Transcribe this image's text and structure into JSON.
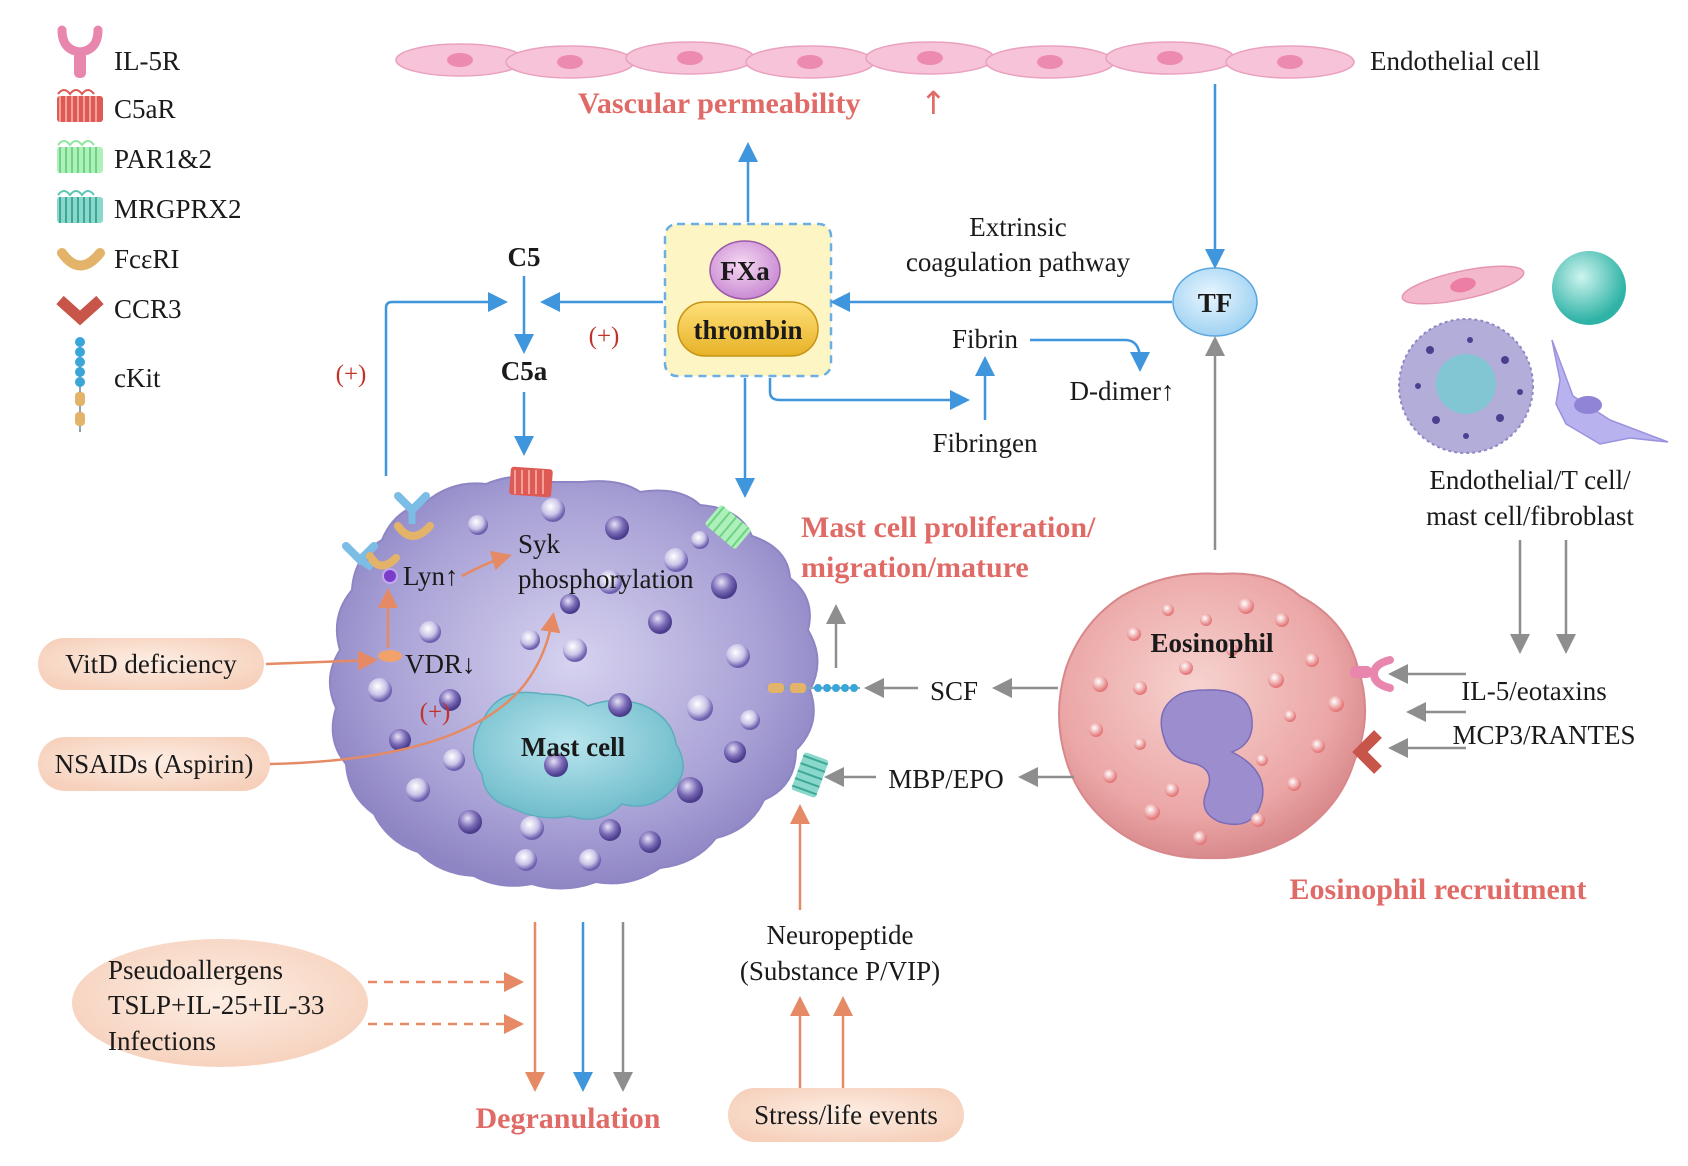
{
  "legend": {
    "items": [
      {
        "icon": "il5r-receptor-icon",
        "label": "IL-5R",
        "color": "#e986ad"
      },
      {
        "icon": "c5ar-receptor-icon",
        "label": "C5aR",
        "color": "#dd5a55"
      },
      {
        "icon": "par-receptor-icon",
        "label": "PAR1&2",
        "color": "#8fe6a0"
      },
      {
        "icon": "mrgprx2-receptor-icon",
        "label": "MRGPRX2",
        "color": "#5fc6b4"
      },
      {
        "icon": "fceri-receptor-icon",
        "label": "FcεRI",
        "color": "#e4b36a"
      },
      {
        "icon": "ccr3-receptor-icon",
        "label": "CCR3",
        "color": "#c8554a"
      },
      {
        "icon": "ckit-receptor-icon",
        "label": "cKit",
        "color": "#3aa6d8"
      }
    ]
  },
  "labels": {
    "endothelial_cell": "Endothelial cell",
    "vascular_permeability": "Vascular permeability",
    "up_arrow": "↑",
    "extrinsic": "Extrinsic",
    "coagulation_pathway": "coagulation pathway",
    "c5": "C5",
    "c5a": "C5a",
    "fxa": "FXa",
    "thrombin": "thrombin",
    "tf": "TF",
    "plus": "(+)",
    "fibrin": "Fibrin",
    "d_dimer": "D-dimer↑",
    "fibrinogen": "Fibringen",
    "endo_cells_line1": "Endothelial/T cell/",
    "endo_cells_line2": "mast cell/fibroblast",
    "syk_line1": "Syk",
    "syk_line2": "phosphorylation",
    "lyn": "Lyn↑",
    "vdr": "VDR↓",
    "vitd": "VitD deficiency",
    "nsaids": "NSAIDs (Aspirin)",
    "mast_prolif_line1": "Mast cell proliferation/",
    "mast_prolif_line2": "migration/mature",
    "mast_cell": "Mast cell",
    "eosinophil": "Eosinophil",
    "scf": "SCF",
    "mbp_epo": "MBP/EPO",
    "il5_eotaxins": "IL-5/eotaxins",
    "mcp3_rantes": "MCP3/RANTES",
    "eosinophil_recruitment": "Eosinophil recruitment",
    "neuropeptide_line1": "Neuropeptide",
    "neuropeptide_line2": "(Substance P/VIP)",
    "stress": "Stress/life events",
    "pseudo_line1": "Pseudoallergens",
    "pseudo_line2": "TSLP+IL-25+IL-33",
    "pseudo_line3": "Infections",
    "degranulation": "Degranulation"
  },
  "colors": {
    "blue_arrow": "#3f96dc",
    "gray_arrow": "#8e8e8e",
    "orange_arrow": "#e58a64",
    "highlight_text": "#e06a66",
    "mast_cell": "#a9a2d6",
    "eosinophil": "#eba6a6"
  }
}
